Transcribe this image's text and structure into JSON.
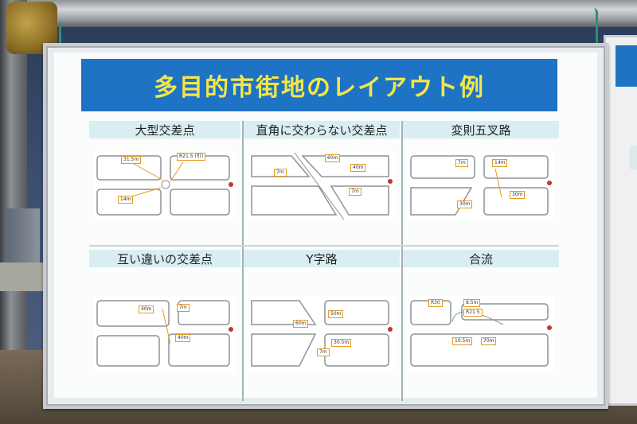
{
  "title": "多目的市街地のレイアウト例",
  "colors": {
    "banner": "#1f73c4",
    "title_text": "#f3e64a",
    "header_bg": "#d9eef2",
    "label_border": "#e39a1e"
  },
  "panels": [
    {
      "name": "大型交差点",
      "labels": [
        "31.5m",
        "R21.5\n(引)",
        "14m"
      ]
    },
    {
      "name": "直角に交わらない交差点",
      "labels": [
        "60m",
        "40m",
        "7m",
        "7m"
      ]
    },
    {
      "name": "変則五叉路",
      "labels": [
        "7m",
        "14m",
        "30m",
        "30m"
      ]
    },
    {
      "name": "互い違いの交差点",
      "labels": [
        "40m",
        "7m",
        "40m"
      ]
    },
    {
      "name": "Y字路",
      "labels": [
        "60m",
        "50m",
        "30.5m",
        "7m"
      ]
    },
    {
      "name": "合流",
      "labels": [
        "R30",
        "8.5m",
        "R21.5",
        "10.5m",
        "70m"
      ]
    }
  ]
}
